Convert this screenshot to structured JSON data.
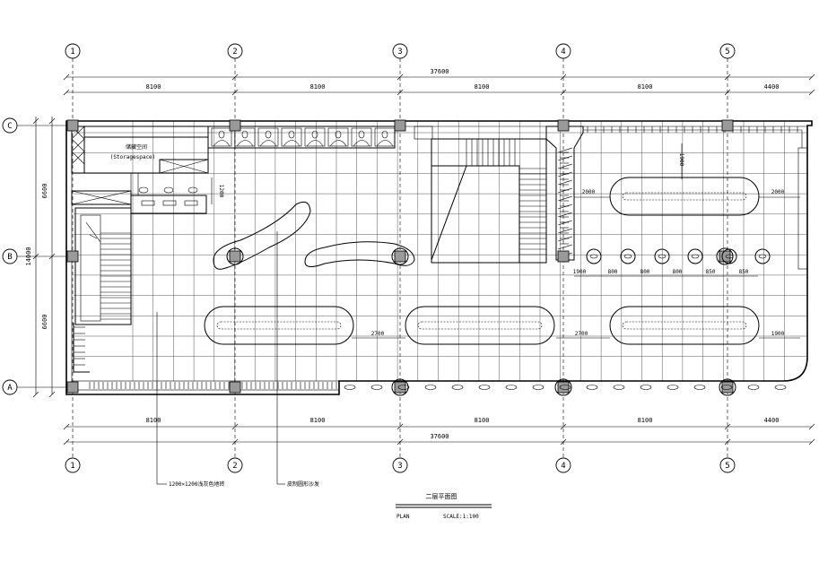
{
  "axes": {
    "columns": [
      "1",
      "2",
      "3",
      "4",
      "5"
    ],
    "rows": [
      "C",
      "B",
      "A"
    ]
  },
  "dimensions": {
    "top_total": "37600",
    "top_spans": [
      "8100",
      "8100",
      "8100",
      "8100",
      "4400"
    ],
    "bottom_spans": [
      "8100",
      "8100",
      "8100",
      "8100",
      "4400"
    ],
    "bottom_total": "37600",
    "left_total": "14000",
    "left_spans": [
      "6600",
      "6600"
    ]
  },
  "rooms": {
    "storage_cn": "储藏空间",
    "storage_en": "(Storagespace)"
  },
  "interior_dims": {
    "d1200": "1200",
    "d1900_top": "1900",
    "d2000_left": "2000",
    "d2000_right": "2000",
    "row_spacing": [
      "1900",
      "800",
      "800",
      "800",
      "850",
      "850"
    ],
    "d2700_a": "2700",
    "d2700_b": "2700",
    "d1900_right": "1900"
  },
  "annotations": {
    "floor_tile": "1200×1200浅灰色地砖",
    "sofa": "皮制圆形沙发"
  },
  "title_block": {
    "title": "二层平面图",
    "plan": "PLAN",
    "scale": "SCALE:1:100"
  }
}
